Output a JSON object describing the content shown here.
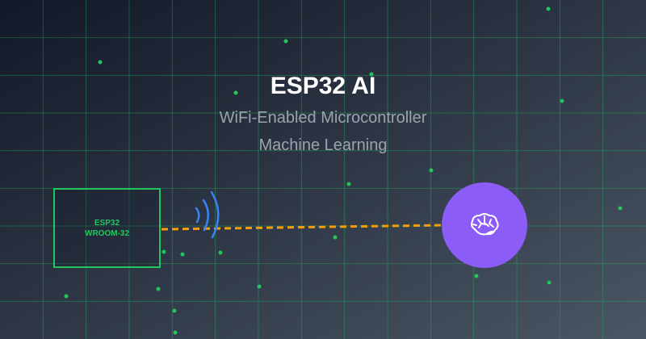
{
  "header": {
    "title": "ESP32 AI",
    "subtitle_1": "WiFi-Enabled Microcontroller",
    "subtitle_2": "Machine Learning"
  },
  "chip": {
    "line1": "ESP32",
    "line2": "WROOM-32"
  },
  "ai_node": {
    "icon": "brain-icon"
  },
  "colors": {
    "background_start": "#111827",
    "background_end": "#4b5563",
    "grid": "#22c55e",
    "chip": "#22c55e",
    "wifi": "#3b82f6",
    "link": "#f59e0b",
    "ai": "#8b5cf6"
  }
}
